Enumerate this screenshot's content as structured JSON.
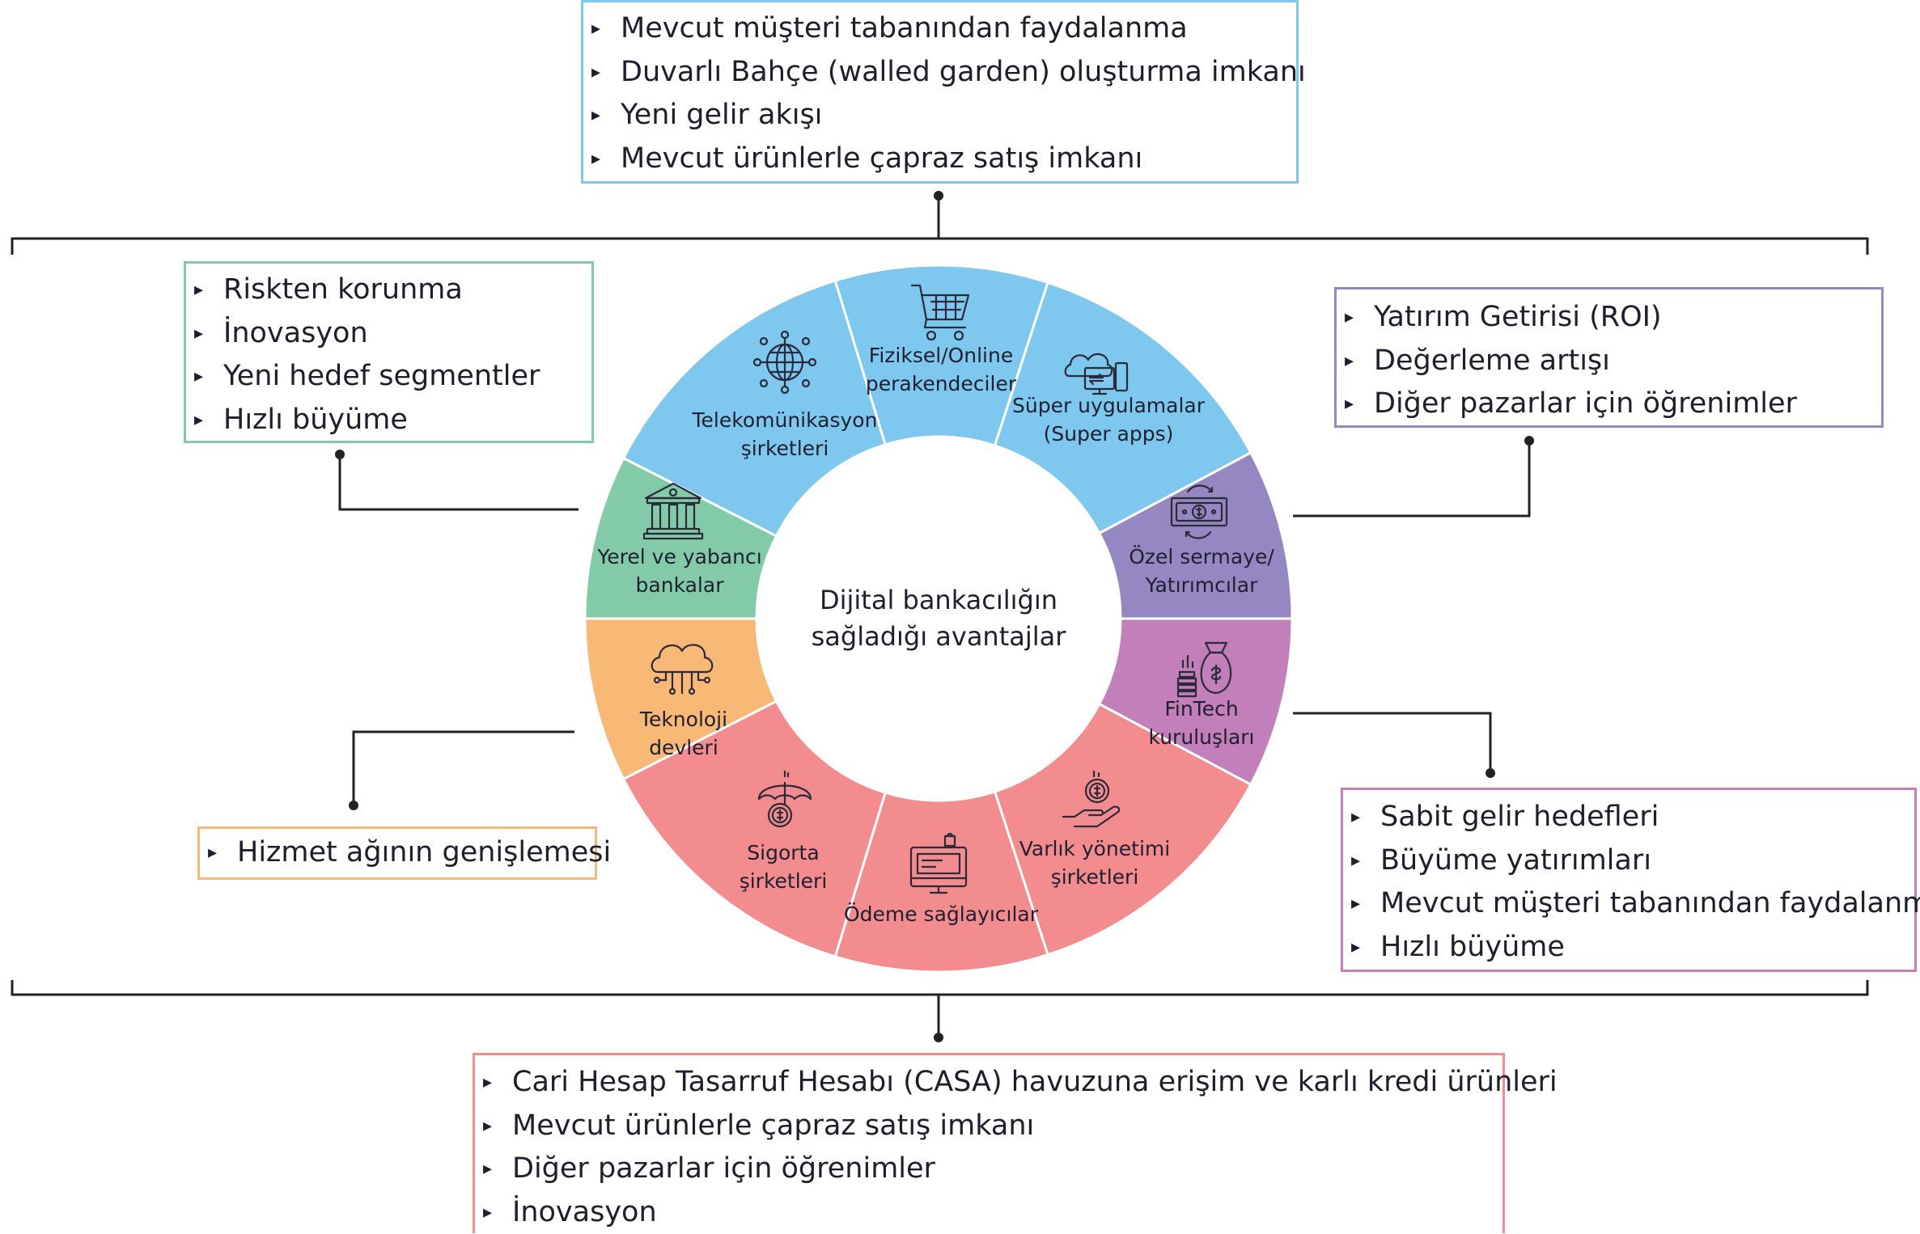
{
  "center": {
    "line1": "Dijital bankacılığın",
    "line2": "sağladığı avantajlar"
  },
  "segments": [
    {
      "id": "telco",
      "lines": [
        "Telekomünikasyon",
        "şirketleri"
      ],
      "icon": "globe-network-icon",
      "color": "#7ec8f0"
    },
    {
      "id": "retail",
      "lines": [
        "Fiziksel/Online",
        "perakendeciler"
      ],
      "icon": "shopping-cart-icon",
      "color": "#7ec8f0"
    },
    {
      "id": "superapp",
      "lines": [
        "Süper uygulamalar",
        "(Super apps)"
      ],
      "icon": "cloud-devices-icon",
      "color": "#7ec8f0"
    },
    {
      "id": "private-equity",
      "lines": [
        "Özel sermaye/",
        "Yatırımcılar"
      ],
      "icon": "money-exchange-icon",
      "color": "#9588c2"
    },
    {
      "id": "fintech",
      "lines": [
        "FinTech",
        "kuruluşları"
      ],
      "icon": "money-bag-icon",
      "color": "#c27fb9"
    },
    {
      "id": "wealth",
      "lines": [
        "Varlık yönetimi",
        "şirketleri"
      ],
      "icon": "hand-coin-icon",
      "color": "#f28c8f"
    },
    {
      "id": "payment",
      "lines": [
        "Ödeme sağlayıcılar"
      ],
      "icon": "payment-terminal-icon",
      "color": "#f28c8f"
    },
    {
      "id": "insurance",
      "lines": [
        "Sigorta",
        "şirketleri"
      ],
      "icon": "umbrella-coin-icon",
      "color": "#f28c8f"
    },
    {
      "id": "tech",
      "lines": [
        "Teknoloji",
        "devleri"
      ],
      "icon": "cloud-circuit-icon",
      "color": "#f8b876"
    },
    {
      "id": "banks",
      "lines": [
        "Yerel ve yabancı",
        "bankalar"
      ],
      "icon": "bank-building-icon",
      "color": "#83cba8"
    }
  ],
  "boxes": {
    "top": {
      "color": "#7ec8f0",
      "items": [
        "Mevcut müşteri tabanından faydalanma",
        "Duvarlı Bahçe (walled garden) oluşturma imkanı",
        "Yeni gelir akışı",
        "Mevcut ürünlerle çapraz satış imkanı"
      ]
    },
    "banks": {
      "color": "#83cba8",
      "items": [
        "Riskten korunma",
        "İnovasyon",
        "Yeni hedef segmentler",
        "Hızlı büyüme"
      ]
    },
    "pe": {
      "color": "#9588c2",
      "items": [
        "Yatırım Getirisi (ROI)",
        "Değerleme artışı",
        "Diğer pazarlar için öğrenimler"
      ]
    },
    "tech": {
      "color": "#f8b876",
      "items": [
        "Hizmet ağının genişlemesi"
      ]
    },
    "fintech": {
      "color": "#c27fb9",
      "items": [
        "Sabit gelir hedefleri",
        "Büyüme yatırımları",
        "Mevcut müşteri tabanından faydalanma",
        "Hızlı büyüme"
      ]
    },
    "bottom": {
      "color": "#f28c8f",
      "items": [
        "Cari Hesap Tasarruf Hesabı (CASA) havuzuna erişim ve karlı kredi ürünleri",
        "Mevcut ürünlerle çapraz satış imkanı",
        "Diğer pazarlar için öğrenimler",
        "İnovasyon"
      ]
    }
  }
}
